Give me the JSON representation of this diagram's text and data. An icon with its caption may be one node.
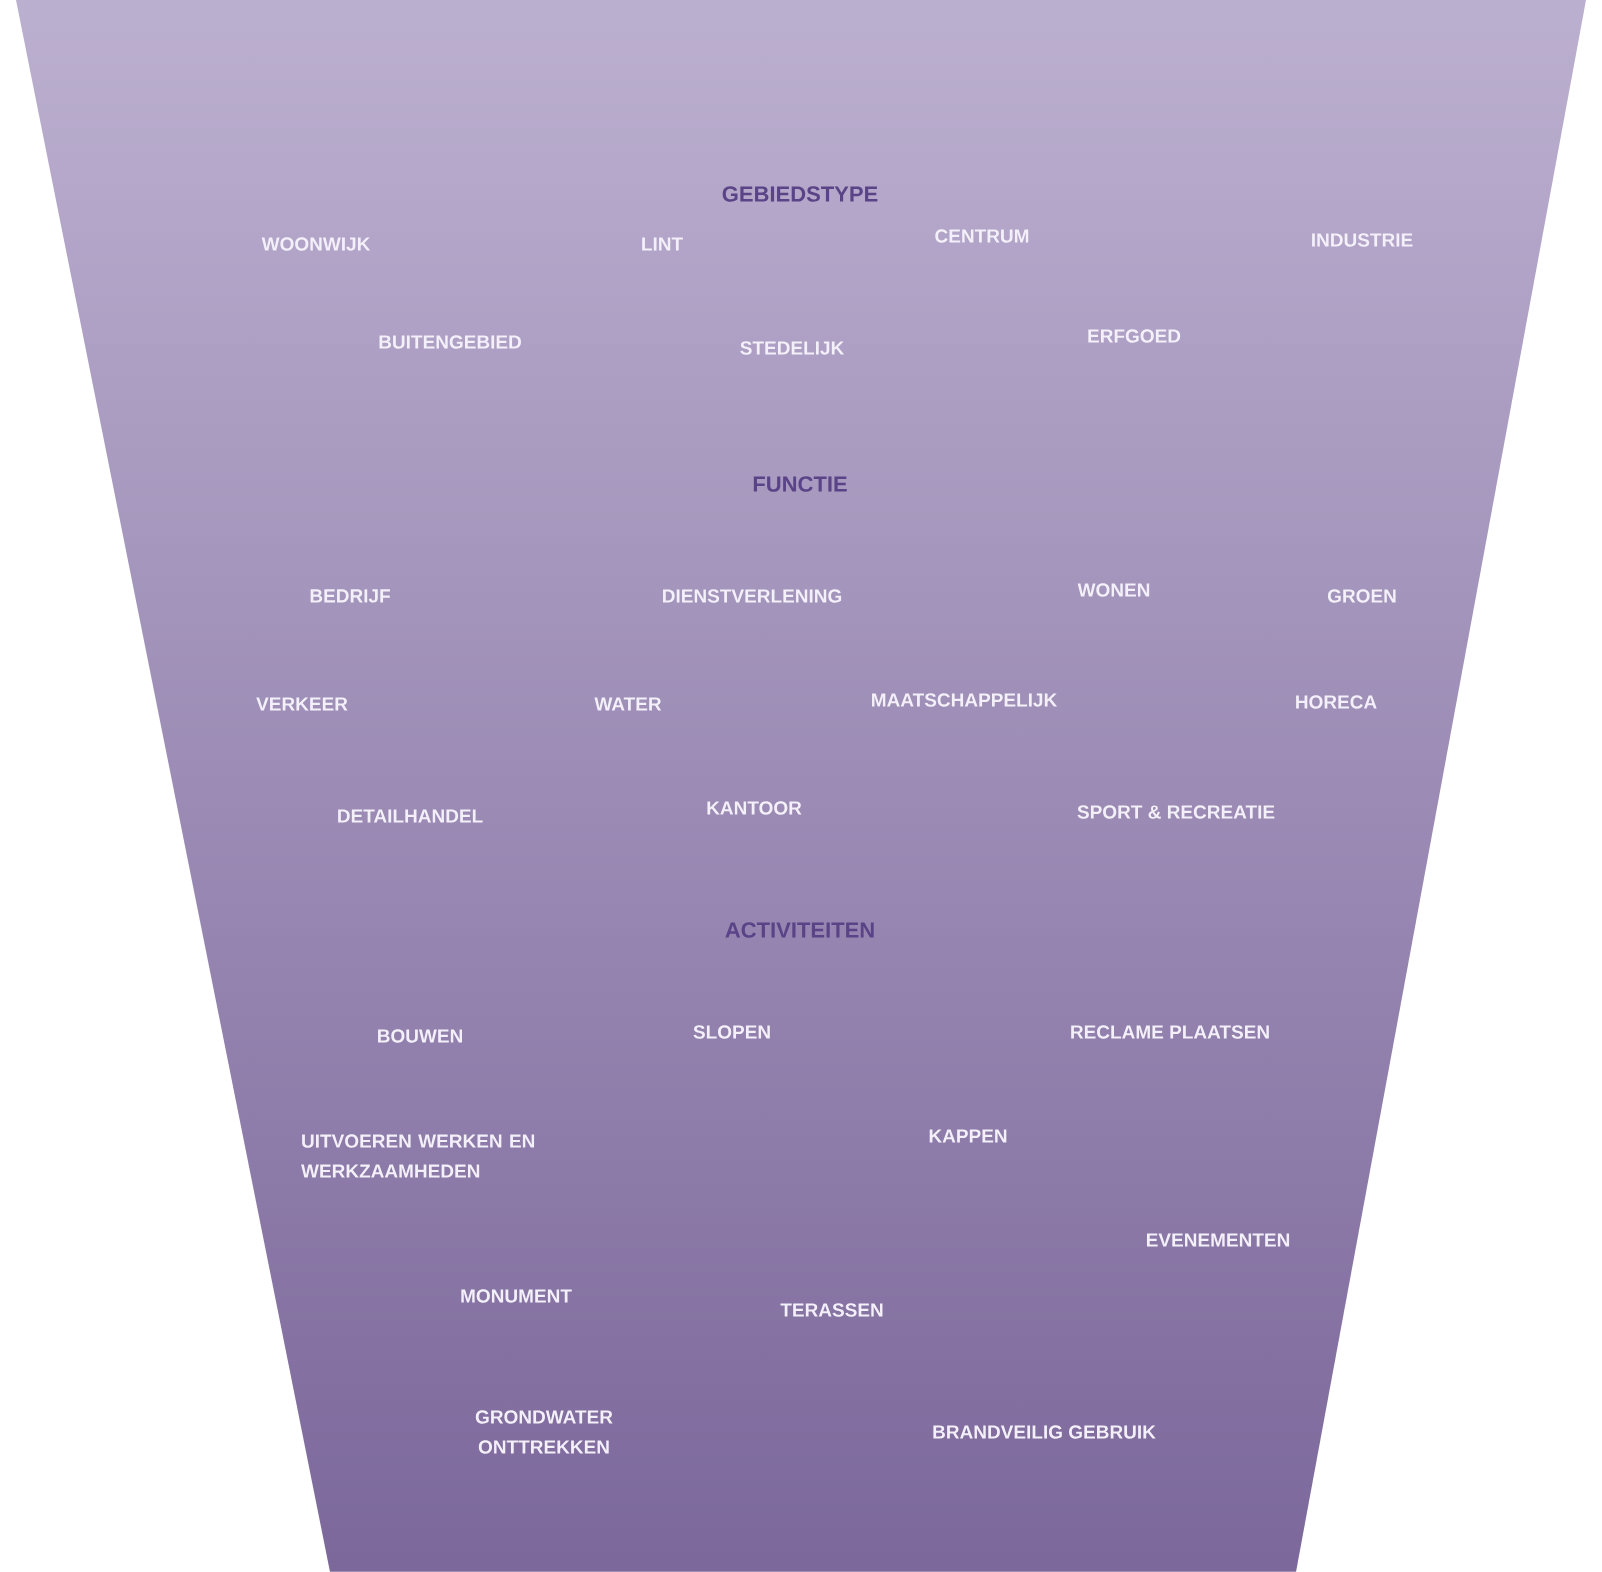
{
  "diagram": {
    "nodes": [
      {
        "text": [
          "GEBIEDSTYPE",
          "WOONWIJK",
          "LINT",
          "CENTRUM",
          "INDUSTRIE",
          "BUITENGEBIED",
          "STEDELIJK",
          "ERFGOED",
          "FUNCTIE",
          "BEDRIJF",
          "DIENSTVERLENING",
          "WONEN",
          "GROEN",
          "VERKEER",
          "WATER",
          "MAATSCHAPPELIJK",
          "HORECA",
          "DETAILHANDEL",
          "KANTOOR",
          "SPORT & RECREATIE",
          "ACTIVITEITEN",
          "BOUWEN",
          "SLOPEN",
          "RECLAME PLAATSEN",
          "UITVOEREN WERKEN EN WERKZAAMHEDEN",
          "KAPPEN",
          "EVENEMENTEN",
          "MONUMENT",
          "TERASSEN",
          "GRONDWATER ONTTREKKEN",
          "BRANDVEILIG GEBRUIK"
        ]
      }
    ]
  }
}
